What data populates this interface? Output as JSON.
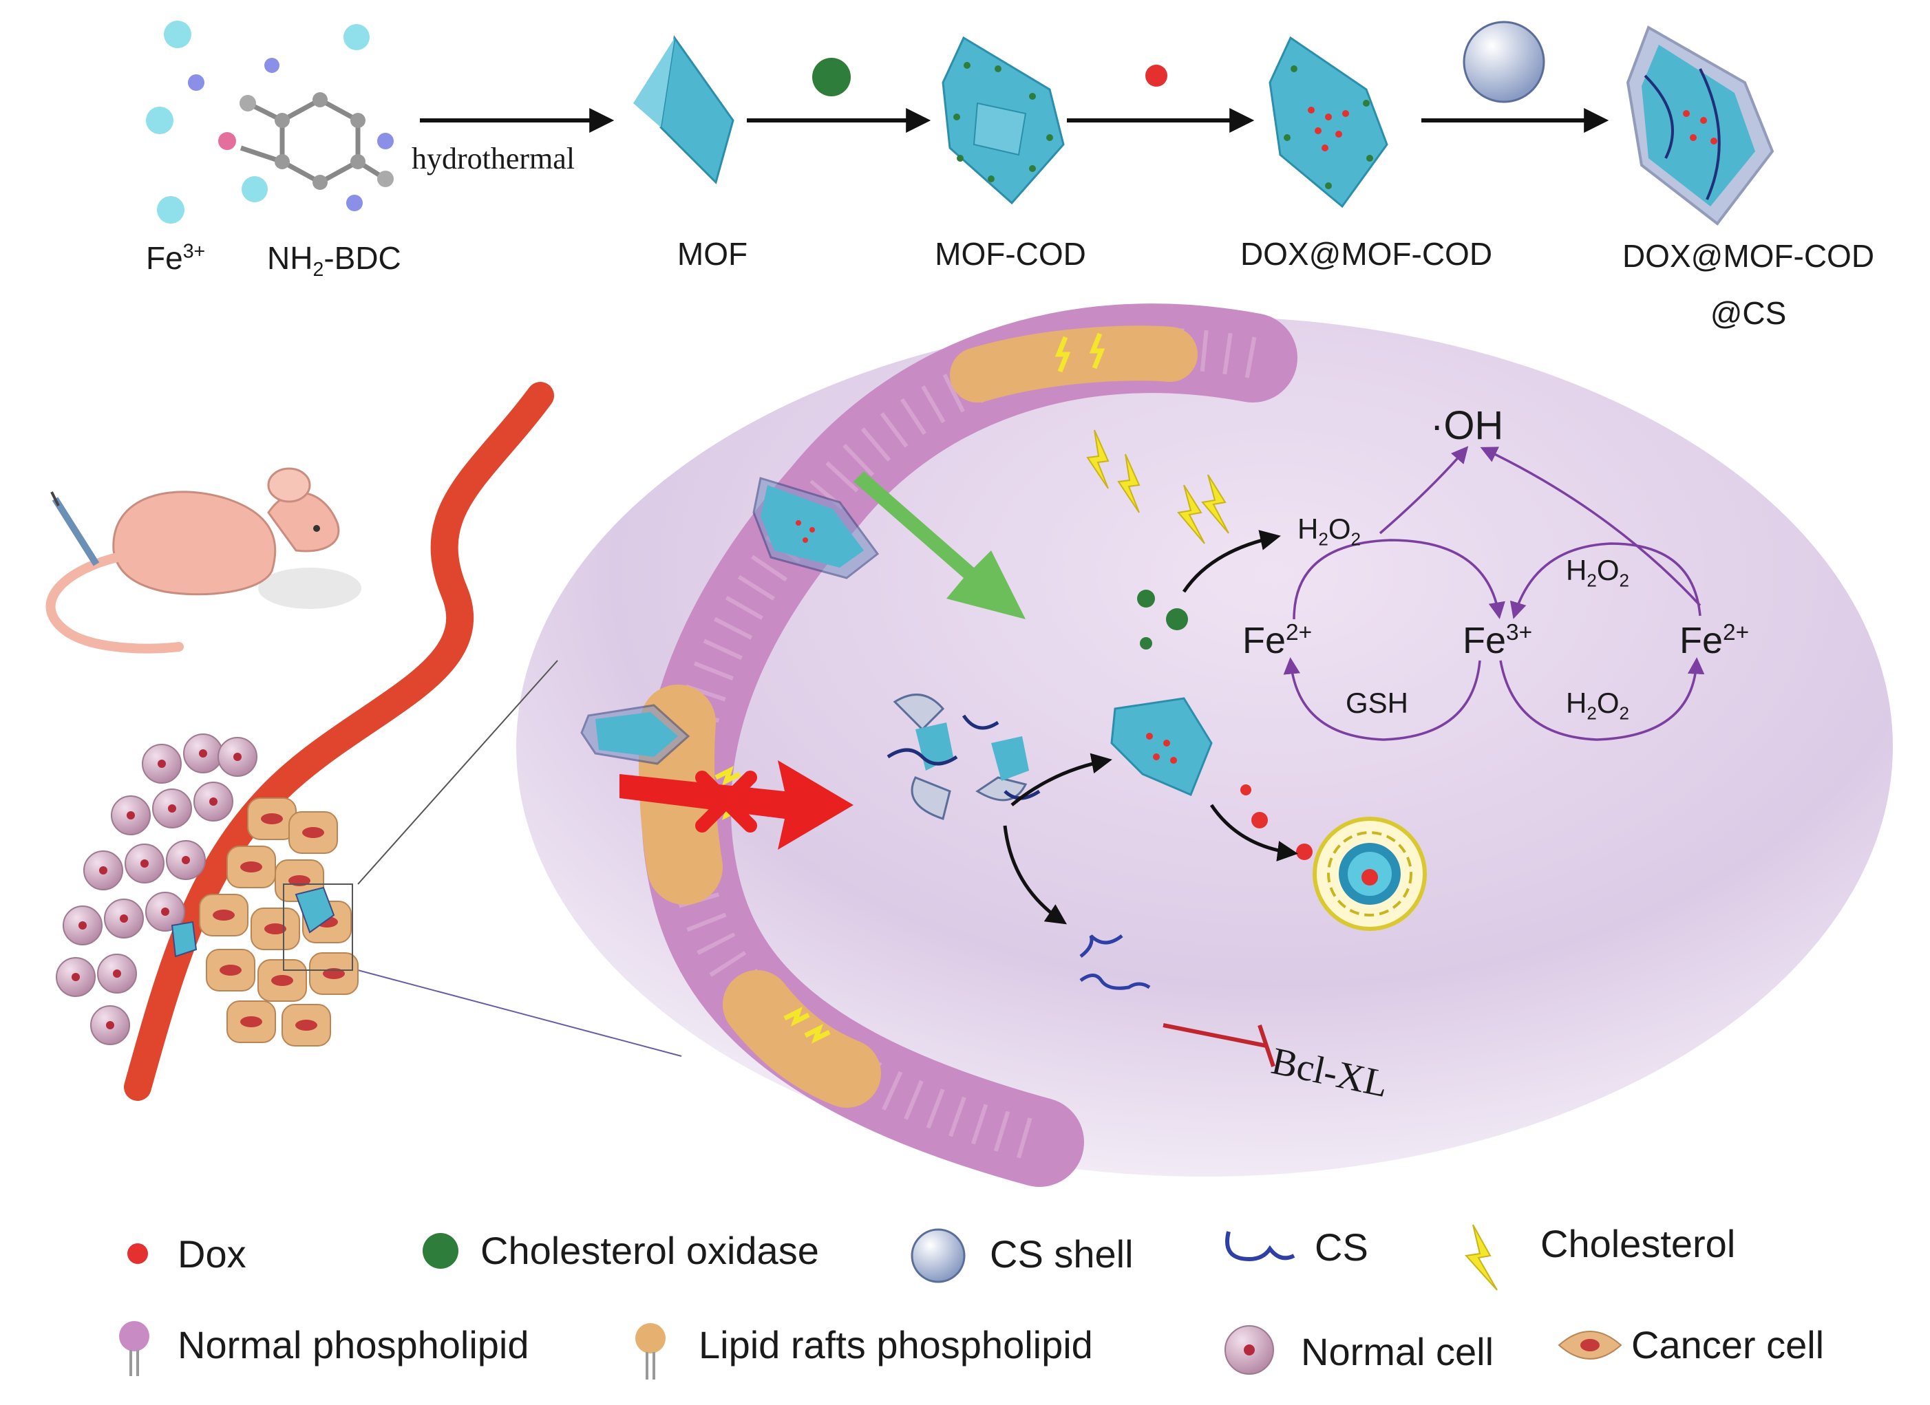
{
  "synthesis": {
    "fe_label": "Fe",
    "fe_charge": "3+",
    "ligand_prefix": "NH",
    "ligand_sub": "2",
    "ligand_suffix": "-BDC",
    "step1_label": "hydrothermal",
    "stage_mof": "MOF",
    "stage_mof_cod": "MOF-COD",
    "stage_dox": "DOX@MOF-COD",
    "stage_cs_line1": "DOX@MOF-COD",
    "stage_cs_line2": "@CS"
  },
  "cycle": {
    "oh": "·OH",
    "h2o2": "H",
    "h2o2_sub": "2",
    "h2o2_end": "O",
    "h2o2_end_sub": "2",
    "fe2": "Fe",
    "fe2_charge": "2+",
    "fe3": "Fe",
    "fe3_charge": "3+",
    "gsh": "GSH"
  },
  "target": {
    "bcl": "Bcl-XL"
  },
  "legend": {
    "items": [
      {
        "label": "Dox"
      },
      {
        "label": "Cholesterol oxidase"
      },
      {
        "label": "CS shell"
      },
      {
        "label": "CS"
      },
      {
        "label": "Cholesterol"
      },
      {
        "label": "Normal phospholipid"
      },
      {
        "label": "Lipid rafts phospholipid"
      },
      {
        "label": "Normal cell"
      },
      {
        "label": "Cancer cell"
      }
    ]
  },
  "colors": {
    "mof": "#4fb6d0",
    "dox": "#e53030",
    "cod": "#2e7d3a",
    "phospholipid": "#c98bc4",
    "raft": "#e6b070",
    "vessel": "#e0462e",
    "purple_arrow": "#7b3fa0",
    "cholesterol": "#f4e62a"
  }
}
